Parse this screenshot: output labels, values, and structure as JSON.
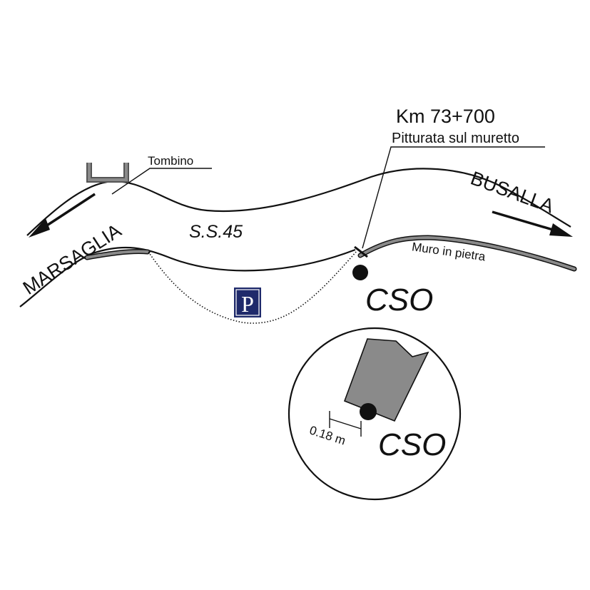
{
  "road": {
    "name": "S.S.45"
  },
  "directions": {
    "left": "MARSAGLIA",
    "right": "BUSALLA"
  },
  "labels": {
    "tombino": "Tombino",
    "km_marker": "Km 73+700",
    "painted_note": "Pitturata sul muretto",
    "wall": "Muro in pietra",
    "parking_symbol": "P"
  },
  "benchmark": {
    "name": "CSO",
    "detail_name": "CSO",
    "offset_label": "0.18 m"
  },
  "colors": {
    "line": "#111111",
    "parking_bg": "#1f2a6b",
    "parking_fg": "#ffffff",
    "wall_fill": "#8a8a8a",
    "detail_block": "#8a8a8a"
  }
}
